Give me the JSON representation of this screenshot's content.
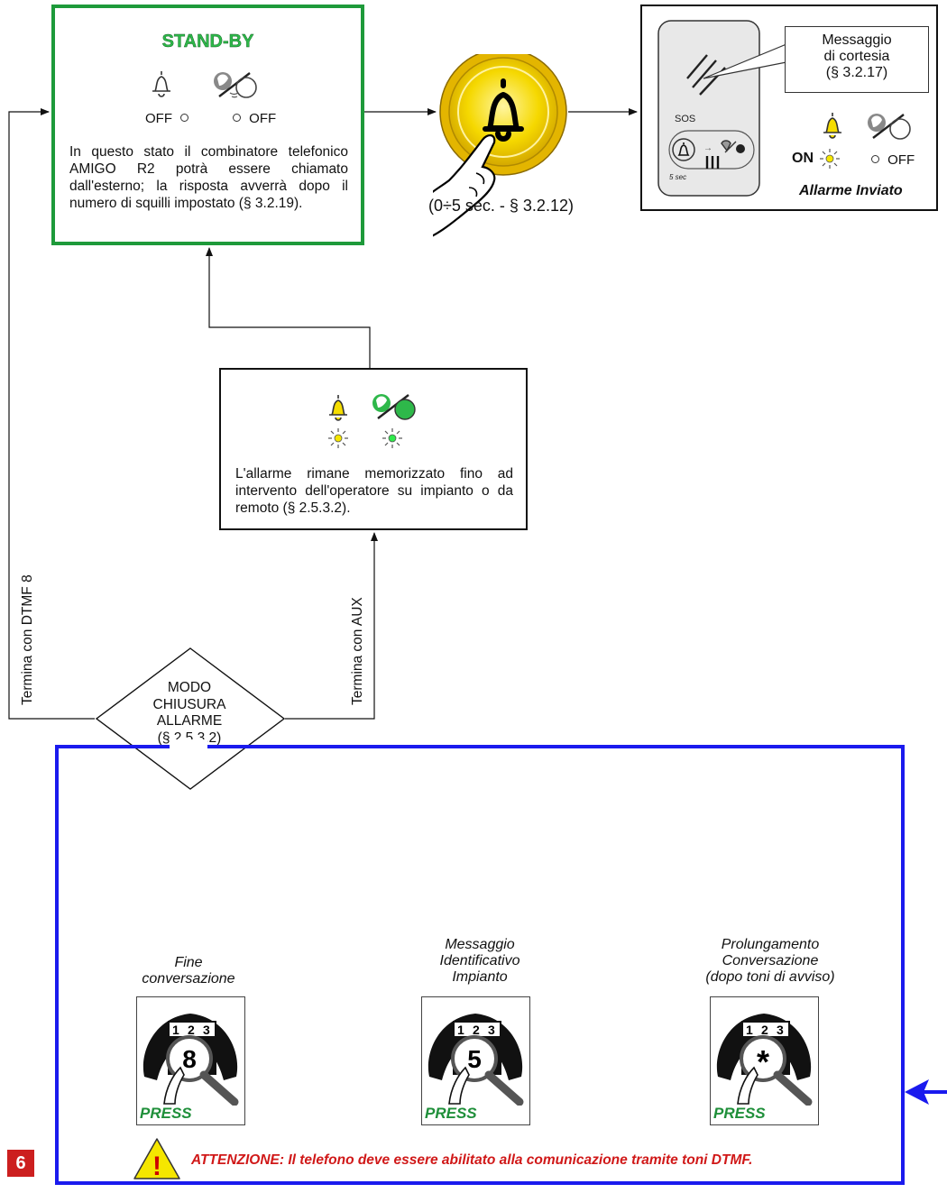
{
  "standby": {
    "title": "STAND-BY",
    "bell_state": "OFF",
    "call_state": "OFF",
    "description": "In questo stato il combinatore telefonico AMIGO R2 potrà essere chiamato dall'esterno; la risposta avverrà dopo il numero di squilli impostato (§ 3.2.19)."
  },
  "button": {
    "timing": "(0÷5 sec. - § 3.2.12)"
  },
  "alarm_sent": {
    "callout": [
      "Messaggio",
      "di cortesia",
      "(§ 3.2.17)"
    ],
    "sos_label": "SOS",
    "hold_label": "5 sec",
    "bell_state": "ON",
    "call_state": "OFF",
    "caption": "Allarme Inviato"
  },
  "memorized": {
    "description": "L'allarme rimane memorizzato fino ad intervento dell'operatore su impianto o da remoto (§ 2.5.3.2)."
  },
  "decision": {
    "lines": [
      "MODO",
      "CHIUSURA",
      "ALLARME",
      "(§ 2.5.3.2)"
    ],
    "left_branch": "Termina con DTMF 8",
    "right_branch": "Termina con AUX"
  },
  "keypad_actions": [
    {
      "caption": [
        "Fine",
        "conversazione"
      ],
      "key": "8",
      "press": "PRESS"
    },
    {
      "caption": [
        "Messaggio",
        "Identificativo",
        "Impianto"
      ],
      "key": "5",
      "press": "PRESS"
    },
    {
      "caption": [
        "Prolungamento",
        "Conversazione",
        "(dopo toni di avviso)"
      ],
      "key": "*",
      "press": "PRESS"
    }
  ],
  "keypad_digits": [
    "1",
    "2",
    "3"
  ],
  "warning": {
    "symbol": "!",
    "text": "ATTENZIONE: Il telefono deve essere abilitato alla comunicazione tramite toni DTMF."
  },
  "page_number": "6",
  "colors": {
    "green": "#1e9a3a",
    "blue": "#1a1aee",
    "yellow": "#f5dd00",
    "red": "#d01818"
  }
}
